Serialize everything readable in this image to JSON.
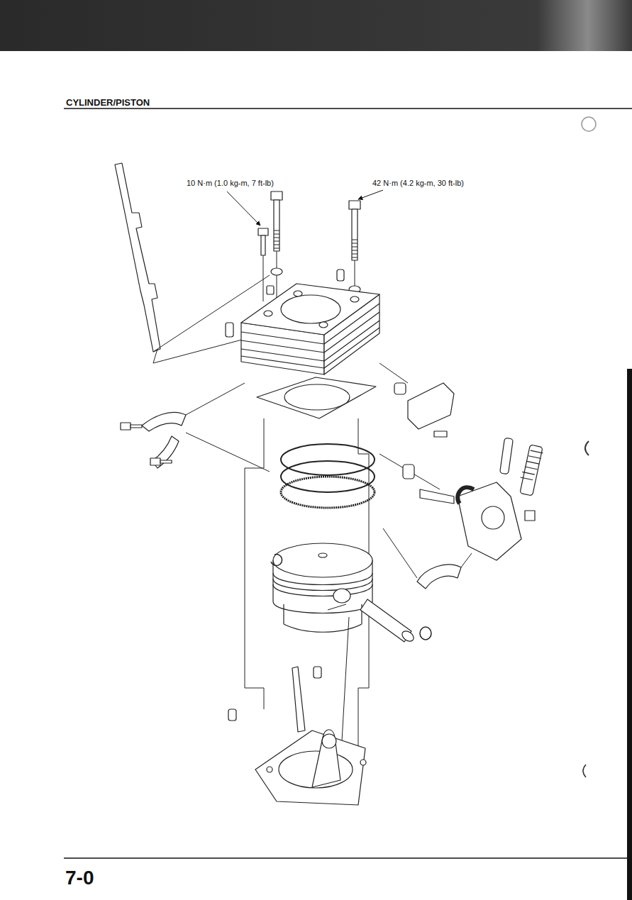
{
  "diagram": {
    "title": "CYLINDER/PISTON",
    "labels": [
      "10 N·m (1.0 kg-m, 7 ft-lb)",
      "42 N·m (4.2 kg-m, 30 ft-lb)",
      "7-0"
    ]
  }
}
